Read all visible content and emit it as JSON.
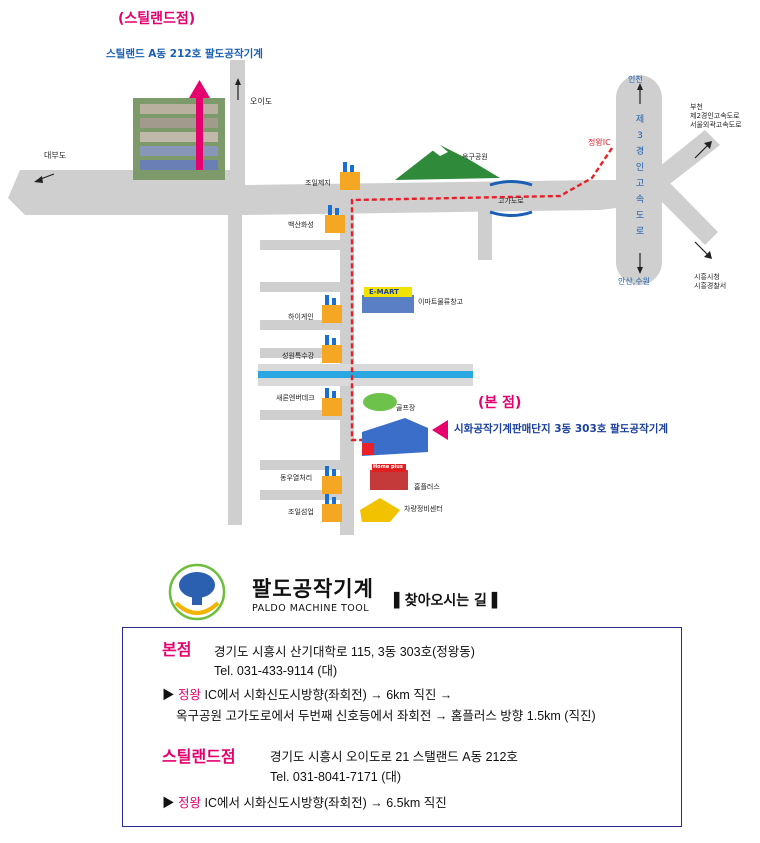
{
  "map": {
    "steel_title": "(스틸랜드점)",
    "steel_address_label": "스틸랜드 A동 212호  팔도공작기계",
    "main_title": "(본  점)",
    "main_address_label": "시화공작기계판매단지 3동 303호 팔도공작기계",
    "roads": {
      "daebudo": "대부도",
      "oido": "오이도",
      "incheon": "인천",
      "ansan": "안산,수원",
      "expressway_chars": [
        "제",
        "3",
        "경",
        "인",
        "고",
        "속",
        "도",
        "로"
      ],
      "jeongwang_ic": "정왕IC",
      "overpass": "고가도로",
      "bucheon": [
        "부천",
        "제2경인고속도로",
        "서울외곽고속도로"
      ],
      "siheung": [
        "시흥시청",
        "시흥경찰서"
      ]
    },
    "landmarks": {
      "okgu_park": "옥구공원",
      "joil_jeji": "조일제지",
      "baeksin": "백산화성",
      "emart_logo": "E-MART",
      "emart_label": "이마트물류창고",
      "hycen": "하이게인",
      "seongwon": "성원특수강",
      "saeron": "새론엔버데크",
      "golf": "골프장",
      "dongwoo": "동우열처리",
      "homeplus_sign": "Home plus",
      "homeplus": "홈플러스",
      "joil_seop": "조일섬업",
      "car_center": "차량정비센터"
    }
  },
  "brand": {
    "name_ko": "팔도공작기계",
    "name_en": "PALDO MACHINE TOOL",
    "directions_title": "▌찾아오시는 길 ▌"
  },
  "info": {
    "main_branch": {
      "name": "본점",
      "address": "경기도 시흥시 산기대학로 115, 3동 303호(정왕동)",
      "tel": "Tel. 031-433-9114 (대)",
      "bullet": "▶",
      "dir1_highlight": "정왕",
      "dir1_rest": " IC에서 시화신도시방향(좌회전) → 6km 직진 →",
      "dir2": "옥구공원 고가도로에서 두번째 신호등에서 좌회전  → 홈플러스 방향 1.5km (직진)"
    },
    "steel_branch": {
      "name": "스틸랜드점",
      "address": "경기도 시흥시 오이도로 21 스탤랜드 A동 212호",
      "tel": "Tel. 031-8041-7171 (대)",
      "bullet": "▶",
      "dir1_highlight": "정왕",
      "dir1_rest": " IC에서 시화신도시방향(좌회전) → 6.5km 직진"
    }
  },
  "colors": {
    "road": "#cfcfcf",
    "route": "#e8202a",
    "pink_accent": "#e5006e",
    "blue_text": "#1a3f9c",
    "box_border": "#2a2a8a",
    "canal": "#2aa7e0"
  }
}
